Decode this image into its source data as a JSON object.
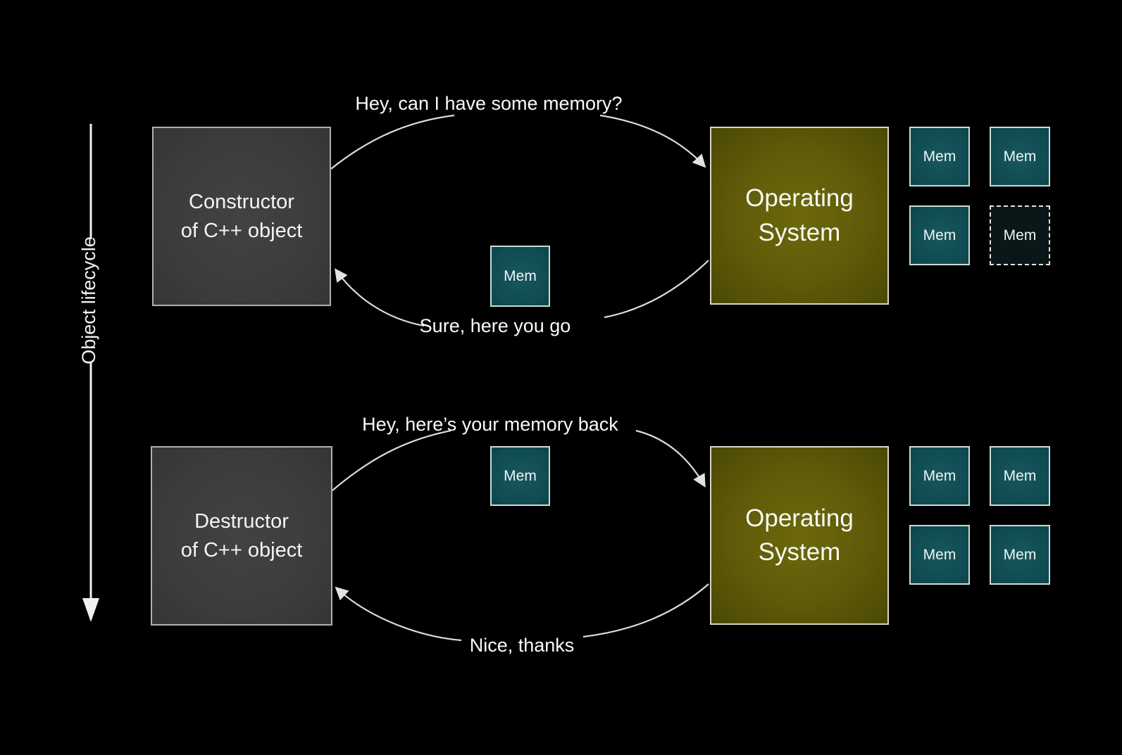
{
  "scene": {
    "lifecycle_label": "Object lifecycle",
    "colors": {
      "background": "#000000",
      "actor_box": "#3d3d3d",
      "os_box": "#5e5a08",
      "mem_box": "#114e54",
      "arrow": "#d9d9d9",
      "text": "#fafafa"
    }
  },
  "construction": {
    "actor": {
      "line1": "Constructor",
      "line2": "of C++ object"
    },
    "os": {
      "line1": "Operating",
      "line2": "System"
    },
    "request_message": "Hey, can I have some memory?",
    "response_message": "Sure, here you go",
    "transit_mem_label": "Mem",
    "os_memory": [
      {
        "label": "Mem",
        "state": "solid"
      },
      {
        "label": "Mem",
        "state": "solid"
      },
      {
        "label": "Mem",
        "state": "solid"
      },
      {
        "label": "Mem",
        "state": "dashed"
      }
    ]
  },
  "destruction": {
    "actor": {
      "line1": "Destructor",
      "line2": "of C++ object"
    },
    "os": {
      "line1": "Operating",
      "line2": "System"
    },
    "request_message": "Hey, here’s your memory back",
    "response_message": "Nice, thanks",
    "transit_mem_label": "Mem",
    "os_memory": [
      {
        "label": "Mem",
        "state": "solid"
      },
      {
        "label": "Mem",
        "state": "solid"
      },
      {
        "label": "Mem",
        "state": "solid"
      },
      {
        "label": "Mem",
        "state": "solid"
      }
    ]
  }
}
